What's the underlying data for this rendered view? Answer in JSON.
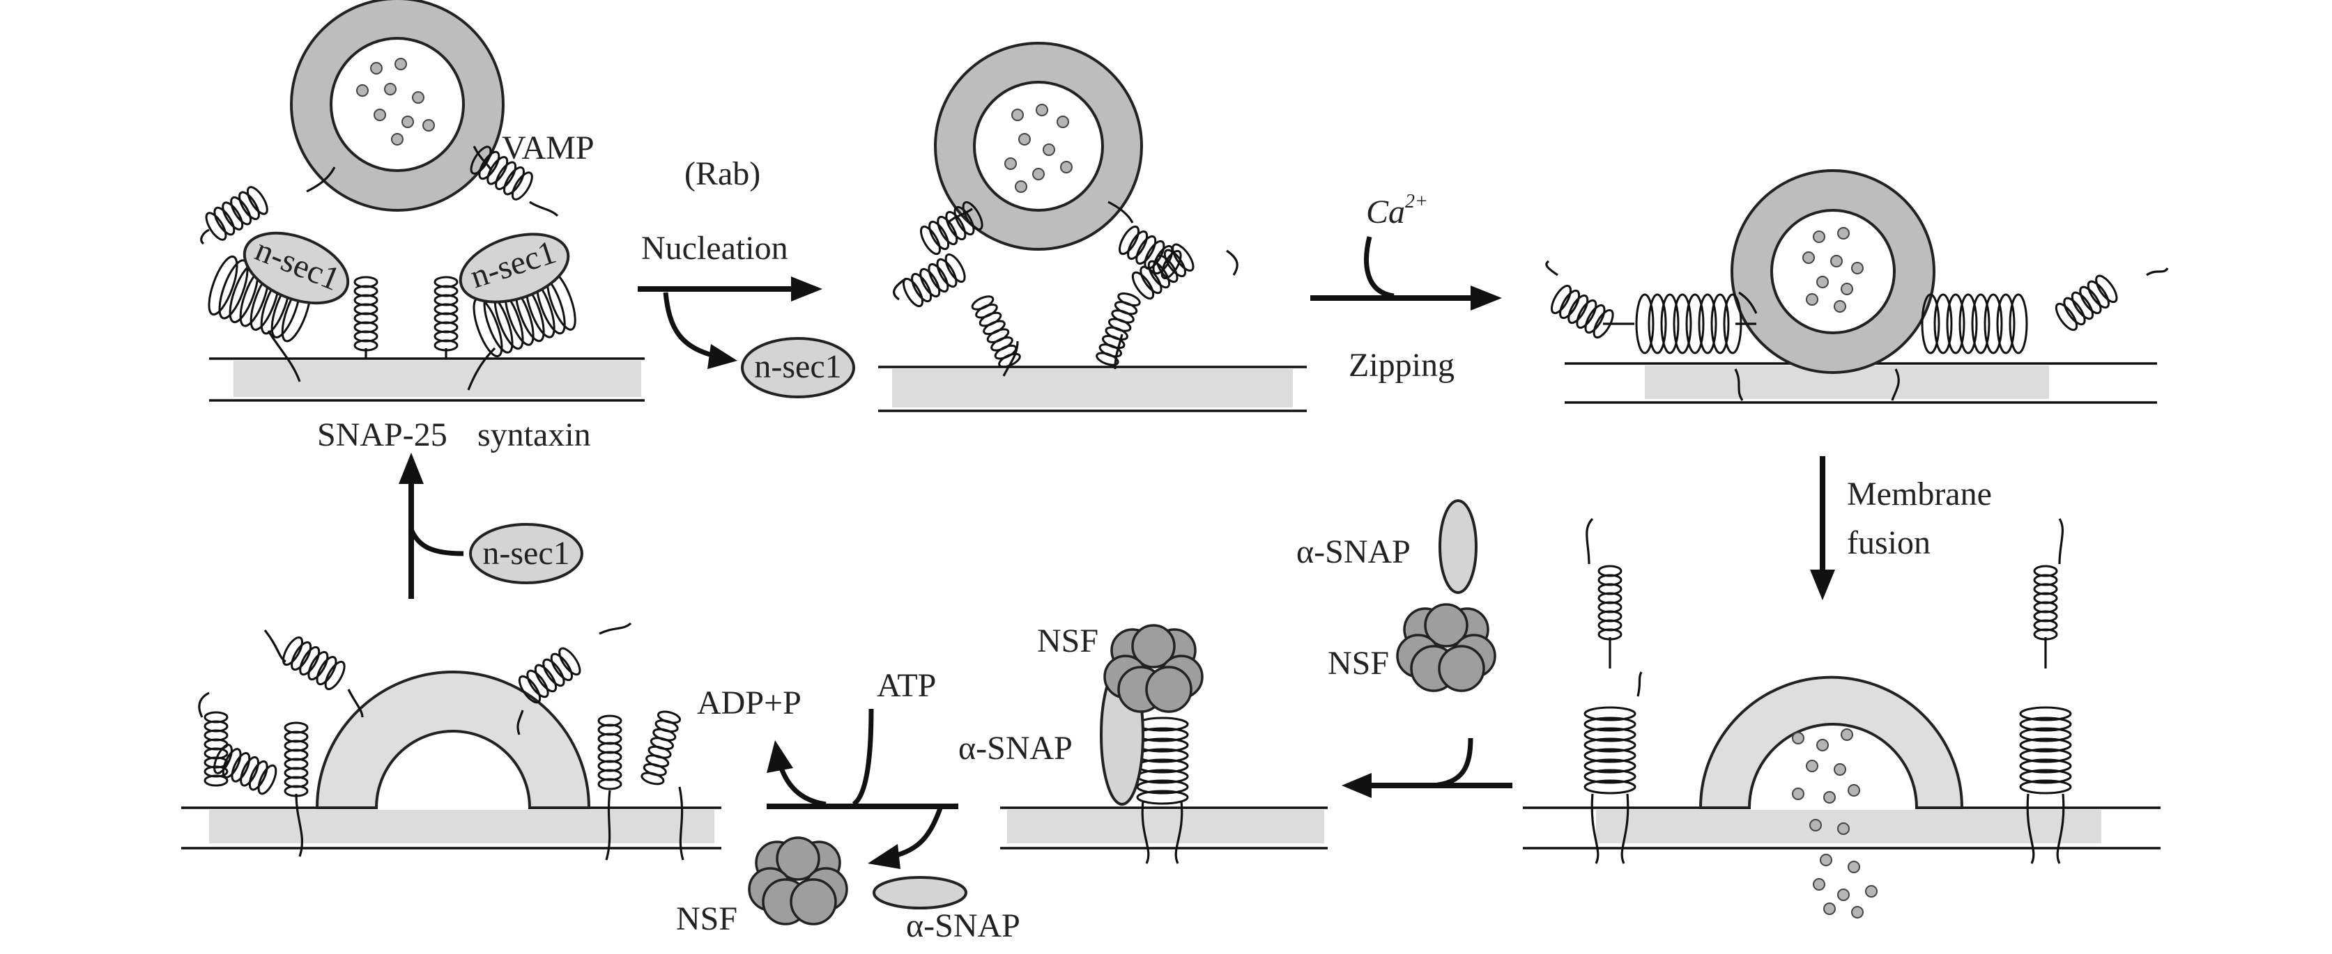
{
  "figure": {
    "labels": {
      "vamp": "VAMP",
      "rab": "(Rab)",
      "nucleation": "Nucleation",
      "nsec1_left_1": "n-sec1",
      "nsec1_left_2": "n-sec1",
      "nsec1_released": "n-sec1",
      "nsec1_bottom": "n-sec1",
      "snap25": "SNAP-25",
      "syntaxin": "syntaxin",
      "ca": "Ca",
      "ca_superscript": "2+",
      "zipping": "Zipping",
      "membrane_fusion_1": "Membrane",
      "membrane_fusion_2": "fusion",
      "alpha_snap_right": "α-SNAP",
      "nsf_right": "NSF",
      "nsf_middle": "NSF",
      "alpha_snap_middle": "α-SNAP",
      "atp": "ATP",
      "adp_p": "ADP+P",
      "nsf_bottom": "NSF",
      "alpha_snap_bottom": "α-SNAP"
    }
  }
}
